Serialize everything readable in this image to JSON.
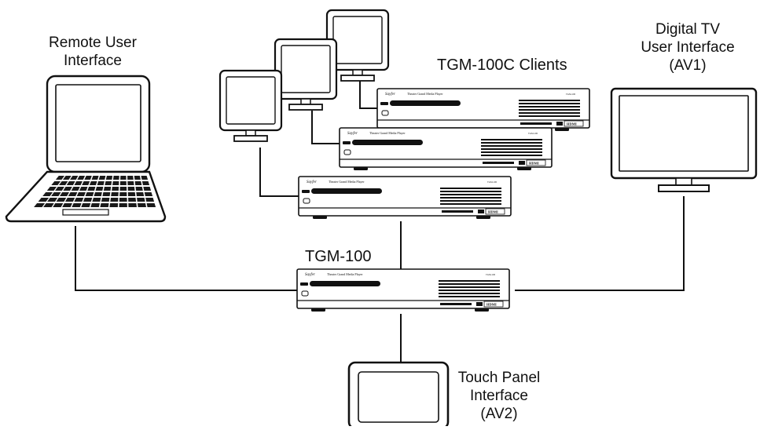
{
  "labels": {
    "remote_user": [
      "Remote User",
      "Interface"
    ],
    "digital_tv": [
      "Digital TV",
      "User Interface",
      "(AV1)"
    ],
    "clients": "TGM-100C Clients",
    "server": "TGM-100",
    "touch_panel": [
      "Touch Panel",
      "Interface",
      "(AV2)"
    ]
  },
  "device_faceplate": {
    "brand": "Sayfer",
    "product": "Theater Grand Media Player"
  },
  "colors": {
    "line": "#111111",
    "key": "#1a1a1a",
    "background": "#ffffff"
  }
}
